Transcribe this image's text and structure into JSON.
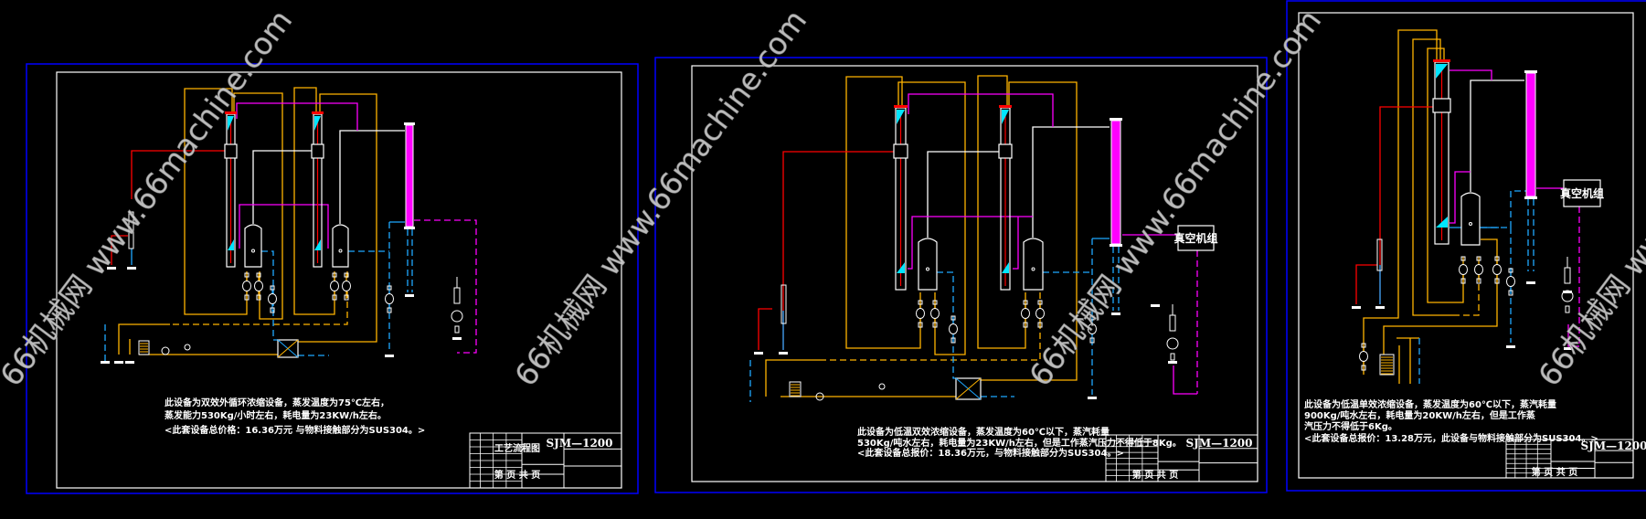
{
  "watermark": "66机械网 www.66machine.com",
  "labels": {
    "vacuum_unit": "真空机组"
  },
  "panels": [
    {
      "notes": [
        "此设备为双效外循环浓缩设备，蒸发温度为75℃左右，",
        "蒸发能力530Kg/小时左右，耗电量为23KW/h左右。",
        "<此套设备总价格：16.36万元 与物料接触部分为SUS304。>"
      ],
      "title_block": {
        "drawing_title": "工艺流程图",
        "code": "SJM—1200",
        "page_label": "第 页 共 页"
      }
    },
    {
      "notes": [
        "此设备为低温双效浓缩设备，蒸发温度为60℃以下，蒸汽耗量",
        "530Kg/吨水左右，耗电量为23KW/h左右，但是工作蒸汽压力不得低于8Kg。",
        "<此套设备总报价：18.36万元，与物料接触部分为SUS304。>"
      ],
      "title_block": {
        "code": "SJM—1200",
        "page_label": "第 页 共 页"
      }
    },
    {
      "notes": [
        "此设备为低温单效浓缩设备，蒸发温度为60℃以下，蒸汽耗量",
        "900Kg/吨水左右，耗电量为20KW/h左右，但是工作蒸",
        "汽压力不得低于6Kg。",
        "<此套设备总报价：13.28万元，此设备与物料接触部分为SUS304。>"
      ],
      "title_block": {
        "code": "SJM—1200",
        "page_label": "第 页 共 页"
      }
    }
  ]
}
